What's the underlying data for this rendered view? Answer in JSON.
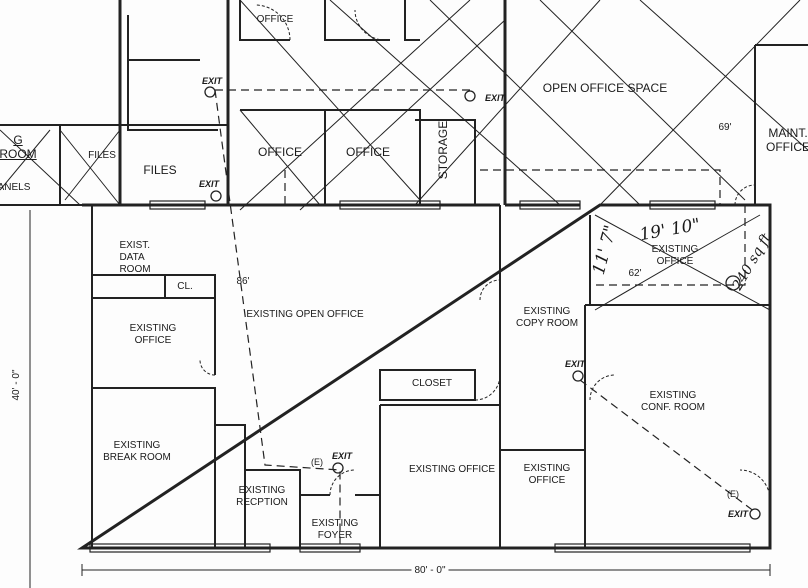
{
  "plan": {
    "upper_rooms": {
      "office_top": "OFFICE",
      "open_office_space": "OPEN OFFICE SPACE",
      "maint_office": "MAINT.\nOFFICE",
      "partial_room": "G\nROOM",
      "files_small": "FILES",
      "panels": "ANELS",
      "files": "FILES",
      "office_left": "OFFICE",
      "office_right": "OFFICE",
      "storage": "STORAGE",
      "dim_69": "69'"
    },
    "lower_rooms": {
      "data_room": "EXIST.\nDATA\nROOM",
      "closet_small": "CL.",
      "dim_86": "86'",
      "open_office": "EXISTING OPEN OFFICE",
      "office_west": "EXISTING\nOFFICE",
      "copy_room": "EXISTING\nCOPY ROOM",
      "office_ne": "EXISTING\nOFFICE",
      "dim_62": "62'",
      "conf_room": "EXISTING\nCONF. ROOM",
      "closet": "CLOSET",
      "break_room": "EXISTING\nBREAK ROOM",
      "reception": "EXISTING\nRECPTION",
      "foyer": "EXISTING\nFOYER",
      "office_center": "EXISTING OFFICE",
      "office_south": "EXISTING\nOFFICE"
    },
    "handwritten": {
      "width": "19' 10\"",
      "depth": "11' 7\"",
      "area": "240 sq ft"
    },
    "exits": {
      "label": "EXIT",
      "existing_marker": "(E)"
    },
    "dimensions": {
      "vertical": "40' - 0\"",
      "horizontal": "80' - 0\""
    }
  }
}
